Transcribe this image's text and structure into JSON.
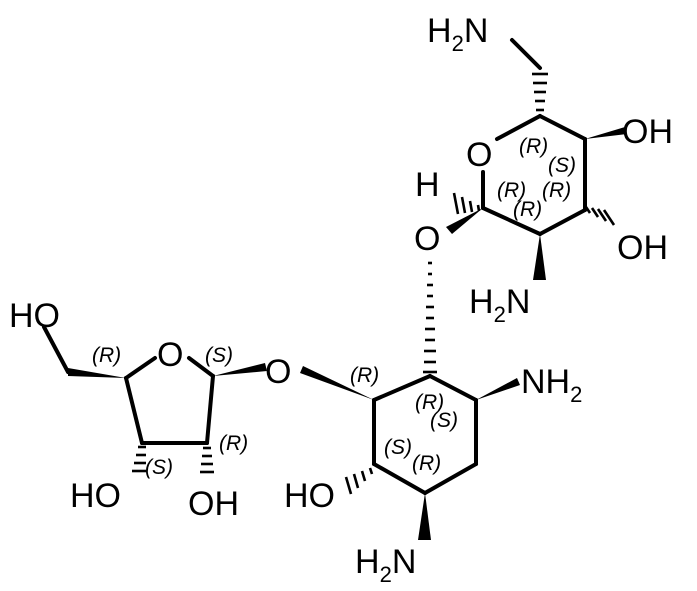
{
  "molecule": {
    "atoms": {
      "ring_o_top": "O",
      "hydroxyl_top": "OH",
      "amine_ch2_top_prefix": "H",
      "amine_ch2_top_sub": "2",
      "amine_ch2_top_suffix": "N",
      "hydrogen_anomeric": "H",
      "hydroxyl_top_lower": "OH",
      "glycosidic_o_top": "O",
      "amine_top_ring_prefix": "H",
      "amine_top_ring_sub": "2",
      "amine_top_ring_suffix": "N",
      "hydroxymethyl_oh": "HO",
      "ring_o_furanose": "O",
      "glycosidic_o_furanose": "O",
      "amine_right_prefix": "NH",
      "amine_right_sub": "2",
      "hydroxyl_furanose_left": "HO",
      "hydroxyl_furanose_right": "OH",
      "hydroxyl_cyclohexane": "HO",
      "amine_bottom_prefix": "H",
      "amine_bottom_sub": "2",
      "amine_bottom_suffix": "N"
    },
    "stereo_labels": {
      "top_c5": "(R)",
      "top_c4": "(S)",
      "top_c1": "(R)",
      "top_c3": "(R)",
      "top_c2": "(R)",
      "furanose_c4": "(R)",
      "furanose_c1": "(S)",
      "furanose_c3": "(S)",
      "furanose_c2": "(R)",
      "cyclohexane_c1": "(R)",
      "cyclohexane_c2_r": "(R)",
      "cyclohexane_c2_s": "(S)",
      "cyclohexane_c3_s": "(S)",
      "cyclohexane_c3_r": "(R)"
    }
  }
}
